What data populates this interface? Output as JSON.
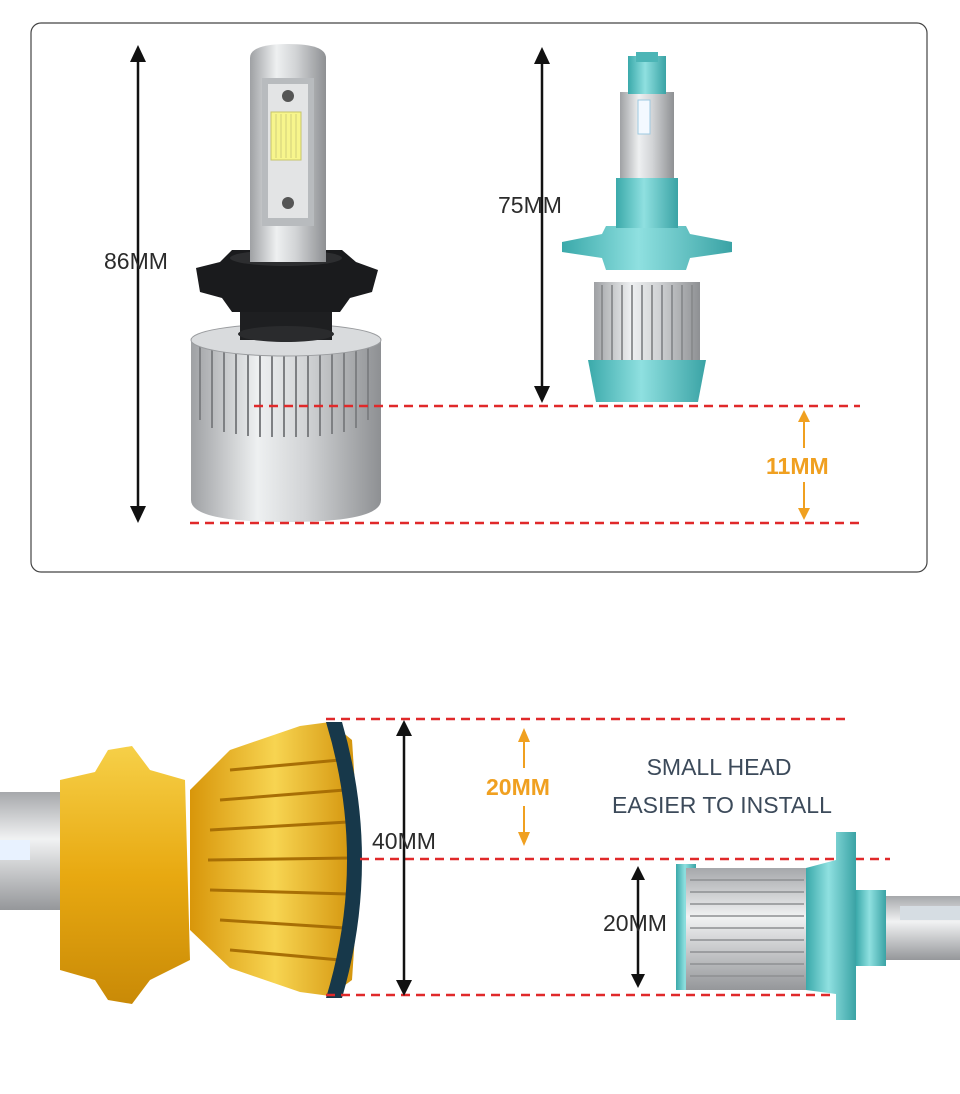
{
  "top_panel": {
    "bulb_left_height": "86MM",
    "bulb_right_height": "75MM",
    "height_difference": "11MM"
  },
  "bottom_panel": {
    "tagline_line1": "SMALL HEAD",
    "tagline_line2": "EASIER TO INSTALL",
    "large_head_diameter": "40MM",
    "head_difference": "20MM",
    "small_head_diameter": "20MM"
  },
  "colors": {
    "guide_line": "#e0292a",
    "accent_arrow": "#f0a020",
    "gold_heatsink": "#e8b21a",
    "teal_body": "#5fc7c8",
    "silver_body": "#c9cacb",
    "text_dark": "#2b2b2b",
    "text_slate": "#3c4a5a"
  }
}
